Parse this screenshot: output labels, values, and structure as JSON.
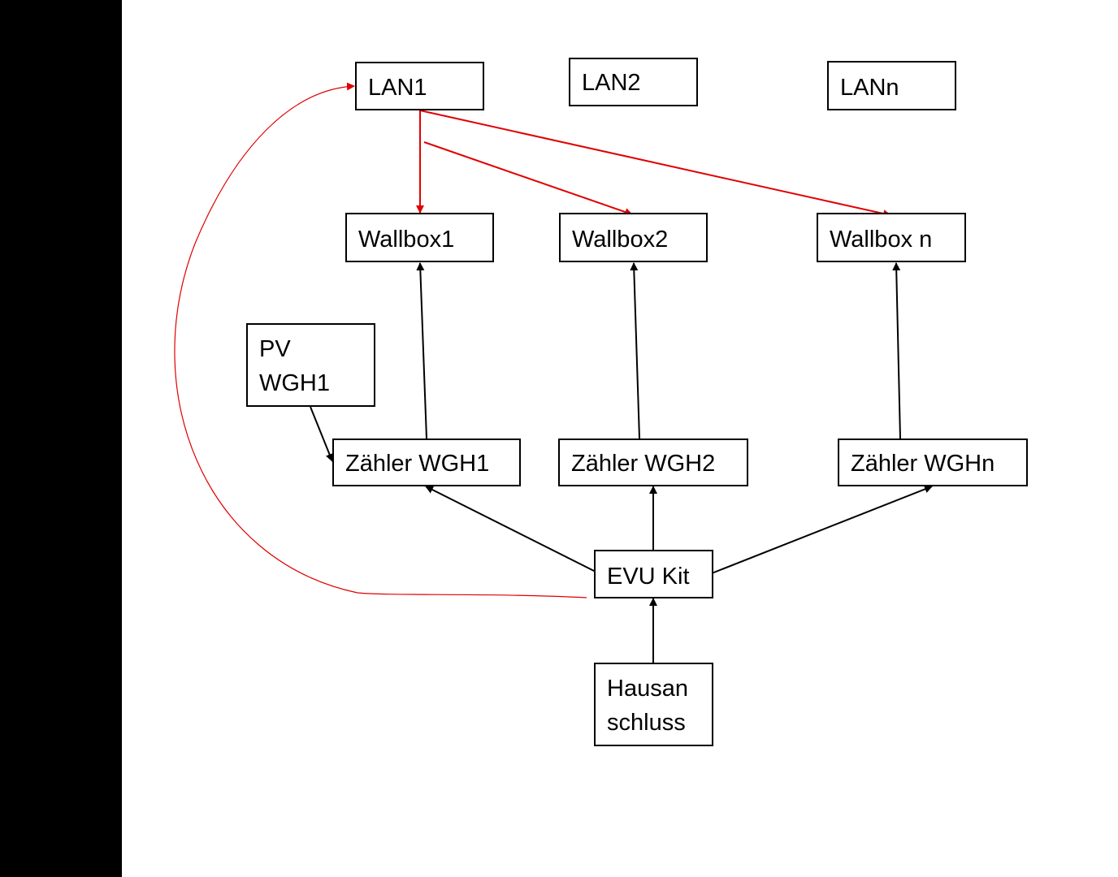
{
  "diagram": {
    "colors": {
      "red": "#e00000",
      "black": "#000000"
    },
    "nodes": {
      "lan1": "LAN1",
      "lan2": "LAN2",
      "lann": "LANn",
      "wallbox1": "Wallbox1",
      "wallbox2": "Wallbox2",
      "wallboxn": "Wallbox n",
      "pv": "PV\nWGH1",
      "zaehler1": "Zähler WGH1",
      "zaehler2": "Zähler WGH2",
      "zaehlern": "Zähler WGHn",
      "evu": "EVU Kit",
      "hausanschluss": "Hausan\nschluss"
    },
    "edges": [
      {
        "from": "lan1",
        "to": "wallbox1",
        "color": "red"
      },
      {
        "from": "lan1",
        "to": "wallbox2",
        "color": "red"
      },
      {
        "from": "lan1",
        "to": "wallboxn",
        "color": "red"
      },
      {
        "from": "evu",
        "to": "lan1",
        "color": "red"
      },
      {
        "from": "zaehler1",
        "to": "wallbox1",
        "color": "black"
      },
      {
        "from": "zaehler2",
        "to": "wallbox2",
        "color": "black"
      },
      {
        "from": "zaehlern",
        "to": "wallboxn",
        "color": "black"
      },
      {
        "from": "pv",
        "to": "zaehler1",
        "color": "black"
      },
      {
        "from": "evu",
        "to": "zaehler1",
        "color": "black"
      },
      {
        "from": "evu",
        "to": "zaehler2",
        "color": "black"
      },
      {
        "from": "evu",
        "to": "zaehlern",
        "color": "black"
      },
      {
        "from": "hausanschluss",
        "to": "evu",
        "color": "black"
      }
    ]
  }
}
